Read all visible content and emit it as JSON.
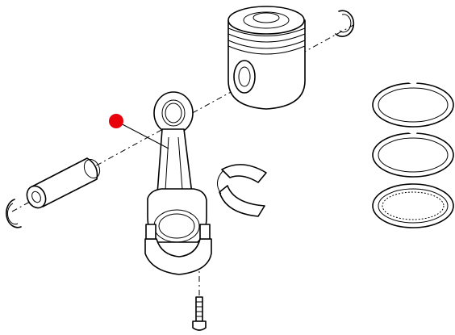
{
  "diagram": {
    "parts": [
      {
        "name": "piston",
        "icon": "piston-icon"
      },
      {
        "name": "piston-pin",
        "icon": "piston-pin-icon"
      },
      {
        "name": "snap-ring",
        "icon": "snap-ring-icon"
      },
      {
        "name": "connecting-rod",
        "icon": "connecting-rod-icon"
      },
      {
        "name": "bearing-shell",
        "icon": "bearing-shell-icon"
      },
      {
        "name": "rod-bolt",
        "icon": "rod-bolt-icon"
      },
      {
        "name": "piston-rings",
        "icon": "piston-rings-icon"
      }
    ],
    "callout": {
      "color": "#e8000b"
    }
  }
}
